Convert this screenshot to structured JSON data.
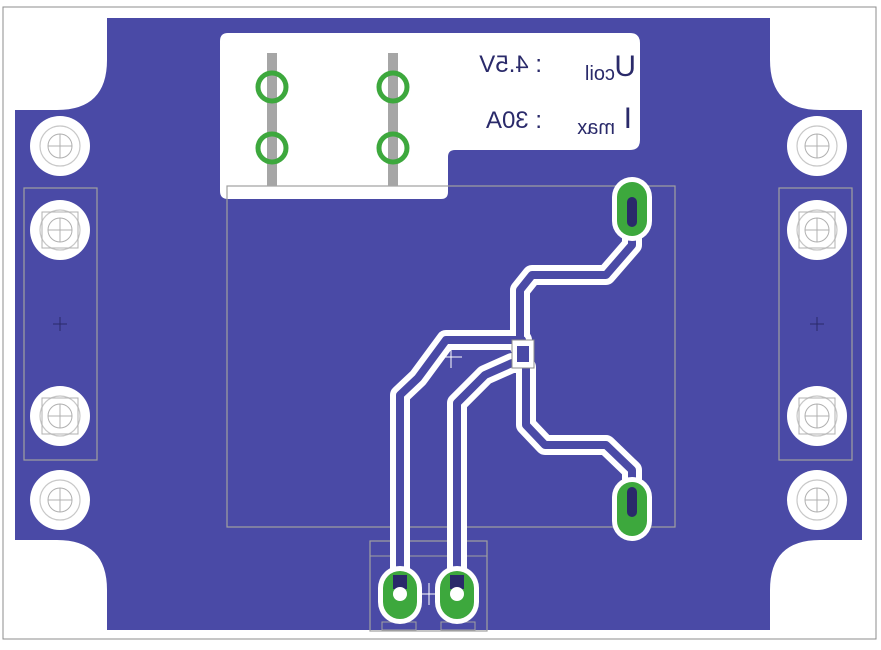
{
  "board": {
    "copper_color": "#4a4aa6",
    "pad_color": "#3da83d",
    "trace_color": "#ffffff",
    "silk_color": "#a0a0a0",
    "outline_color": "#8c8c8c"
  },
  "label": {
    "ucoil_symbol": "U",
    "ucoil_sub": "coil",
    "ucoil_value": ": 4.5V",
    "imax_symbol": "I",
    "imax_sub": "max",
    "imax_value": ": 30A"
  },
  "icons": {
    "mount_hole": "mounting-hole-icon",
    "crosshair": "crosshair-icon",
    "pad": "pad-icon"
  }
}
